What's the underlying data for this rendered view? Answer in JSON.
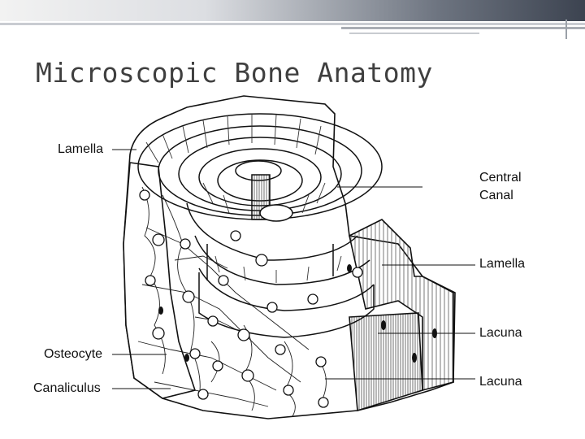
{
  "slide": {
    "title": "Microscopic Bone Anatomy"
  },
  "labels": {
    "lamella_top": "Lamella",
    "central_canal_line1": "Central",
    "central_canal_line2": "Canal",
    "lamella_right": "Lamella",
    "lacuna_upper": "Lacuna",
    "osteocyte": "Osteocyte",
    "canaliculus": "Canaliculus",
    "lacuna_lower": "Lacuna"
  }
}
